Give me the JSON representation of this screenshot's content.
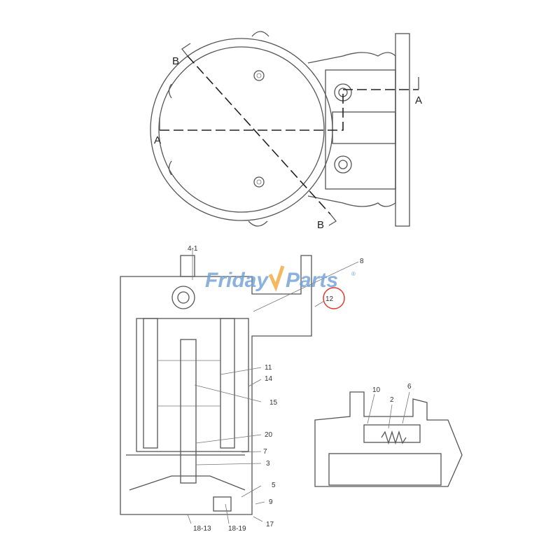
{
  "watermark": {
    "text_left": "Friday",
    "text_right": "Parts",
    "registered": "®",
    "color": "#6f9fd6",
    "accent": "#f5b860"
  },
  "section_labels": {
    "a_left": "A",
    "a_right": "A",
    "b_top": "B",
    "b_bottom": "B"
  },
  "callouts": {
    "c4_1": "4-1",
    "c8": "8",
    "c12": "12",
    "c11": "11",
    "c14": "14",
    "c15": "15",
    "c20": "20",
    "c7": "7",
    "c3": "3",
    "c5": "5",
    "c9": "9",
    "c17": "17",
    "c18_13": "18-13",
    "c18_19": "18-19",
    "c10": "10",
    "c2": "2",
    "c6": "6"
  },
  "highlight": {
    "callout": "12",
    "color": "#e03a2a"
  }
}
